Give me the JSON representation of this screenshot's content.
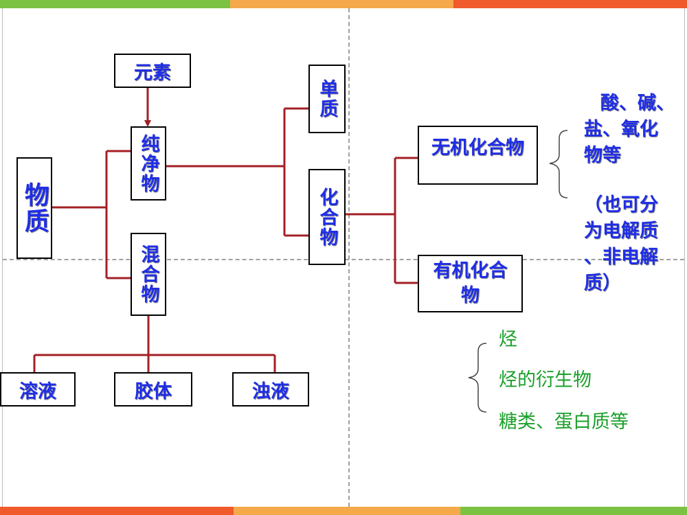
{
  "colors": {
    "bar_top": [
      "#7cc242",
      "#f5a94a",
      "#f15a2b"
    ],
    "bar_bottom": [
      "#f15a2b",
      "#f5a94a",
      "#7cc242"
    ],
    "connector": "#a31f24",
    "box_text": "#1f2ee6",
    "green_text": "#1aa02a"
  },
  "nodes": {
    "wuzhi": "物质",
    "yuansu": "元素",
    "chunjingwu": "纯净物",
    "hunhewu": "混合物",
    "danzhi": "单质",
    "huahewu": "化合物",
    "wuji": "无机化合物",
    "youji": "有机化合物",
    "rongye": "溶液",
    "jiaoti": "胶体",
    "zhuoye": "浊液"
  },
  "notes": {
    "inorganic_line1": "酸、碱、",
    "inorganic_line2": "盐、氧化",
    "inorganic_line3": "物等",
    "inorganic_extra_line1": "（也可分",
    "inorganic_extra_line2": "为电解质",
    "inorganic_extra_line3": "、非电解",
    "inorganic_extra_line4": "质）"
  },
  "organic_list": [
    "烃",
    "烃的衍生物",
    "糖类、蛋白质等"
  ]
}
